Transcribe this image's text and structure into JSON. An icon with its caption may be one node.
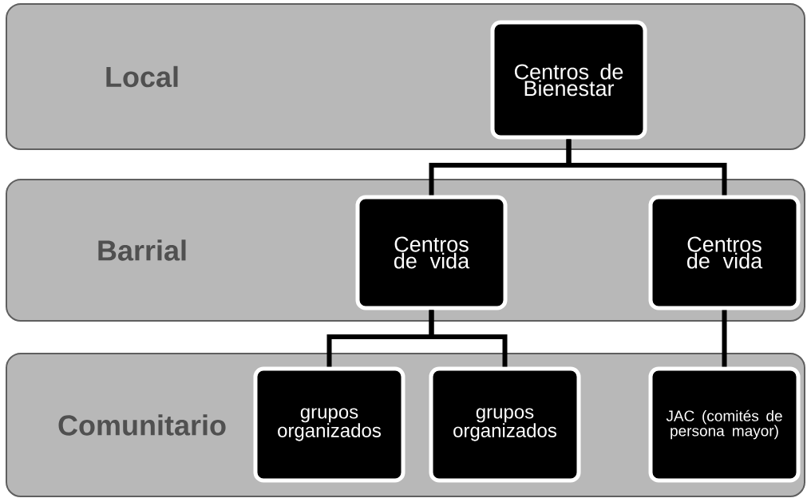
{
  "diagram": {
    "nodes": [
      {
        "text": [
          "Local"
        ]
      },
      {
        "text": [
          "Centros de Bienestar"
        ],
        "in": 0
      },
      {
        "text": [
          "Barrial"
        ]
      },
      {
        "text": [
          "Centros de vida"
        ],
        "in": 2
      },
      {
        "text": [
          "Centros de vida"
        ],
        "in": 2
      },
      {
        "text": [
          "Comunitario"
        ]
      },
      {
        "text": [
          "grupos organizados"
        ],
        "in": 5
      },
      {
        "text": [
          "grupos organizados"
        ],
        "in": 5
      },
      {
        "text": [
          "JAC (comités de persona mayor)"
        ],
        "in": 5
      }
    ],
    "edges": [
      {
        "from": 1,
        "to": 3,
        "arrow": "none"
      },
      {
        "from": 1,
        "to": 4,
        "arrow": "none"
      },
      {
        "from": 3,
        "to": 6,
        "arrow": "none"
      },
      {
        "from": 3,
        "to": 7,
        "arrow": "none"
      },
      {
        "from": 4,
        "to": 8,
        "arrow": "none"
      }
    ]
  }
}
